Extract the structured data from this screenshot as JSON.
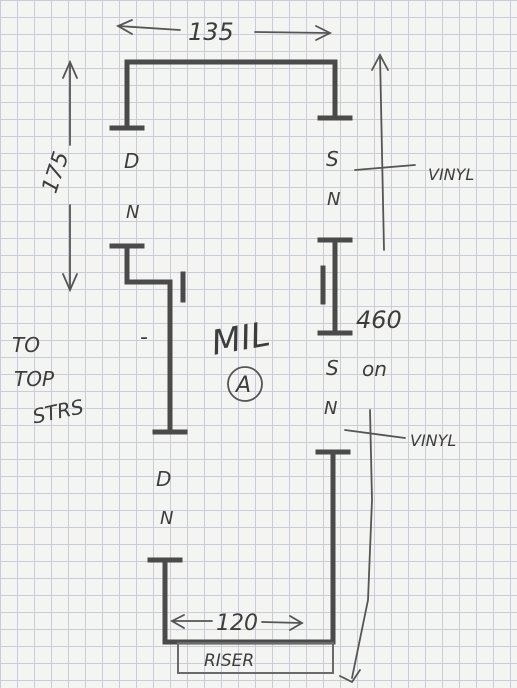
{
  "labels": {
    "dim_top": "135",
    "dim_left": "175",
    "dim_bottom": "120",
    "dim_right": "460",
    "note_right_sub": "on",
    "vinyl_top": "VINYL",
    "vinyl_bottom": "VINYL",
    "room_name": "MIL",
    "room_tag": "A",
    "note_left": [
      "TO",
      "TOP",
      "STRS"
    ],
    "riser": "RISER",
    "sn_upper": [
      "S",
      "N"
    ],
    "sn_lower": [
      "S",
      "N"
    ],
    "dn_upper": [
      "D",
      "N"
    ],
    "dn_lower": [
      "D",
      "N"
    ],
    "dash": "-"
  },
  "colors": {
    "paper": "#f4f4f2",
    "grid": "#c9ced6",
    "ink": "#4a4a4a"
  }
}
